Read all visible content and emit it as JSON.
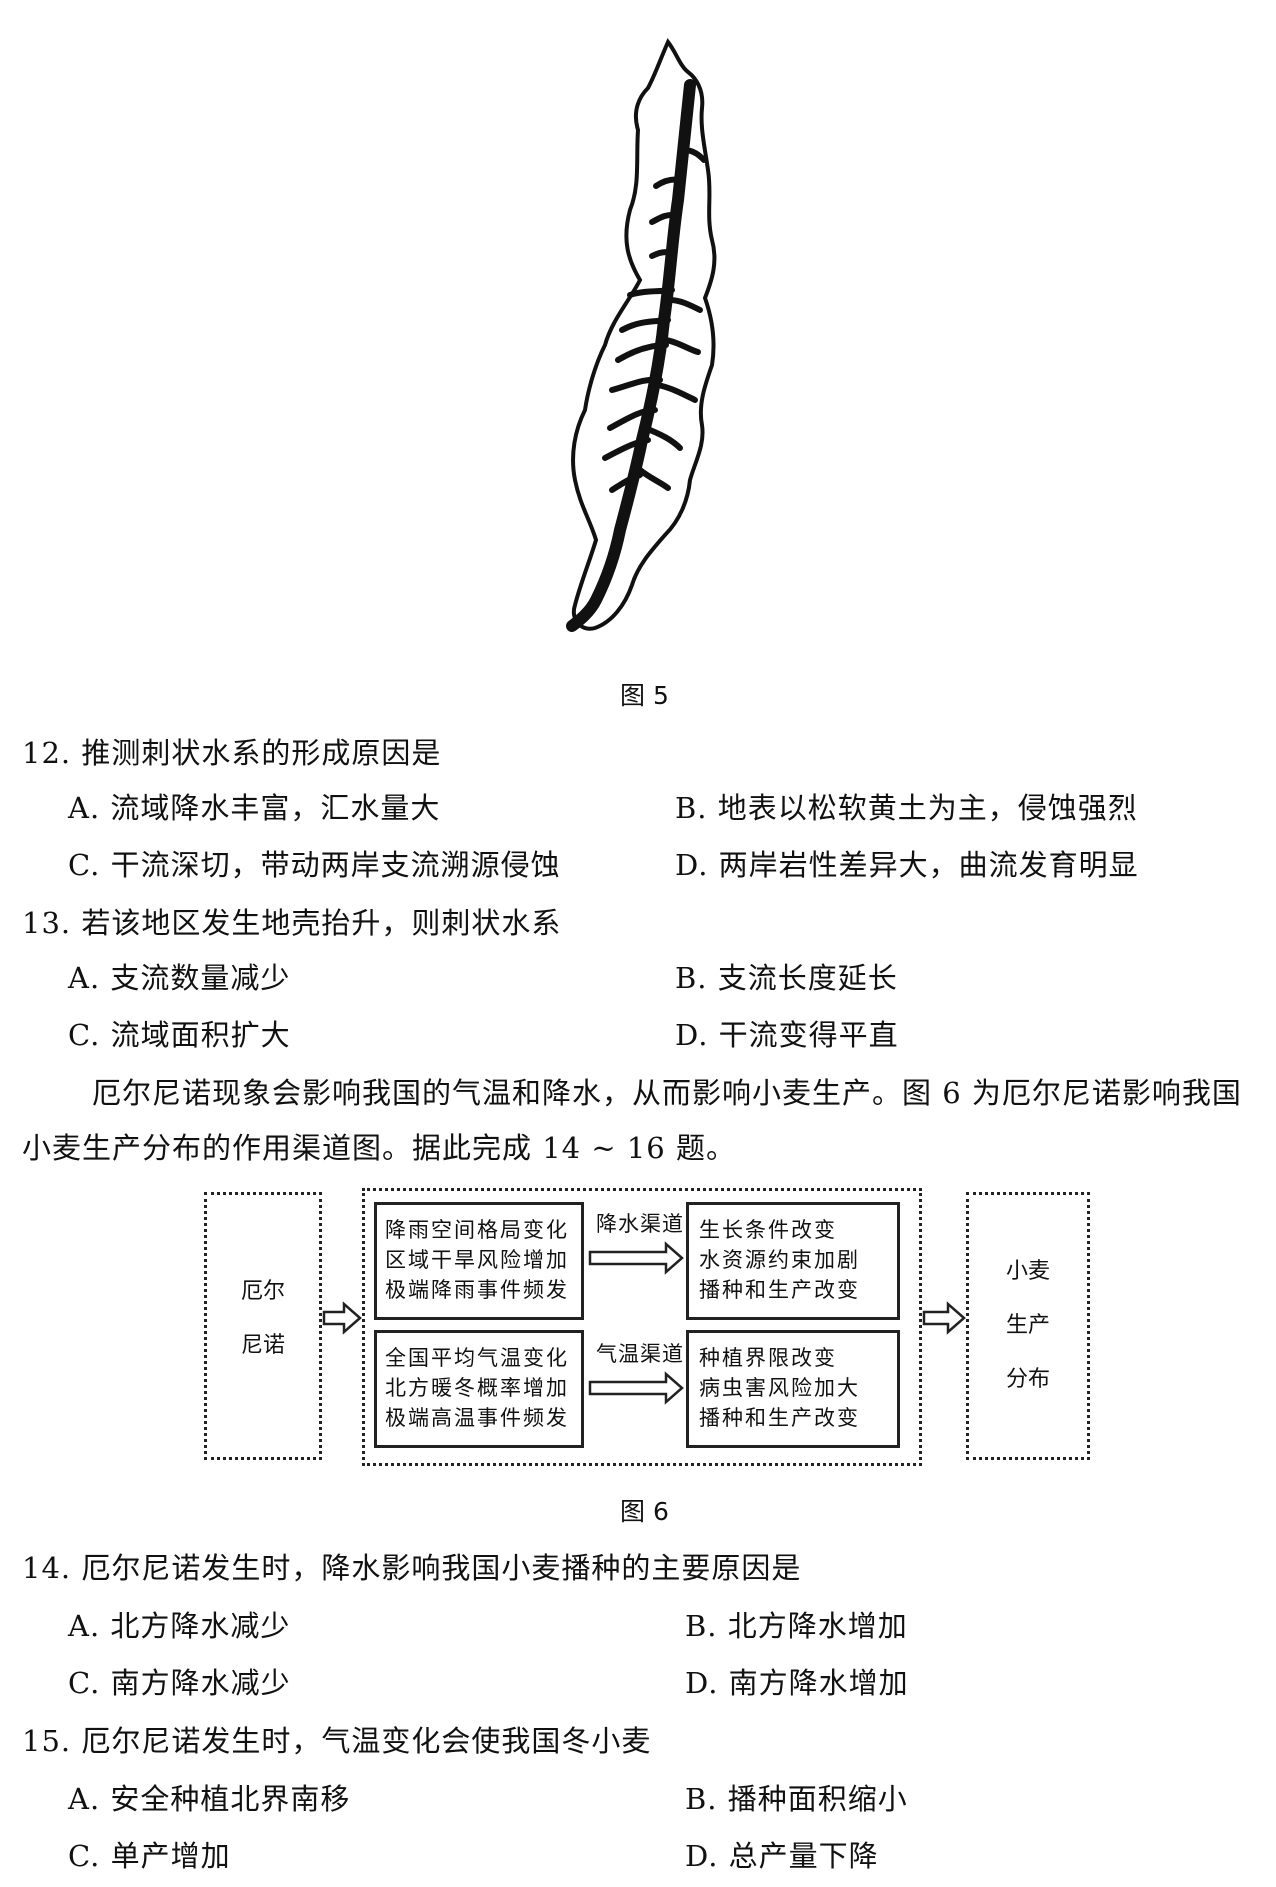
{
  "figure5": {
    "caption": "图 5"
  },
  "q12": {
    "stem": "12. 推测刺状水系的形成原因是",
    "A": "A. 流域降水丰富，汇水量大",
    "B": "B. 地表以松软黄土为主，侵蚀强烈",
    "C": "C. 干流深切，带动两岸支流溯源侵蚀",
    "D": "D. 两岸岩性差异大，曲流发育明显"
  },
  "q13": {
    "stem": "13. 若该地区发生地壳抬升，则刺状水系",
    "A": "A. 支流数量减少",
    "B": "B. 支流长度延长",
    "C": "C. 流域面积扩大",
    "D": "D. 干流变得平直"
  },
  "intro": {
    "line1": "厄尔尼诺现象会影响我国的气温和降水，从而影响小麦生产。图 6 为厄尔尼诺影响我国",
    "line2": "小麦生产分布的作用渠道图。据此完成 14 ~ 16 题。"
  },
  "figure6": {
    "caption": "图 6",
    "left_box": [
      "厄尔",
      "尼诺"
    ],
    "rain_box": [
      "降雨空间格局变化",
      "区域干旱风险增加",
      "极端降雨事件频发"
    ],
    "rain_channel": "降水渠道",
    "growth_box": [
      "生长条件改变",
      "水资源约束加剧",
      "播种和生产改变"
    ],
    "temp_box": [
      "全国平均气温变化",
      "北方暖冬概率增加",
      "极端高温事件频发"
    ],
    "temp_channel": "气温渠道",
    "planting_box": [
      "种植界限改变",
      "病虫害风险加大",
      "播种和生产改变"
    ],
    "right_box": [
      "小麦",
      "生产",
      "分布"
    ]
  },
  "q14": {
    "stem": "14. 厄尔尼诺发生时，降水影响我国小麦播种的主要原因是",
    "A": "A. 北方降水减少",
    "B": "B. 北方降水增加",
    "C": "C. 南方降水减少",
    "D": "D. 南方降水增加"
  },
  "q15": {
    "stem": "15. 厄尔尼诺发生时，气温变化会使我国冬小麦",
    "A": "A. 安全种植北界南移",
    "B": "B. 播种面积缩小",
    "C": "C. 单产增加",
    "D": "D. 总产量下降"
  }
}
